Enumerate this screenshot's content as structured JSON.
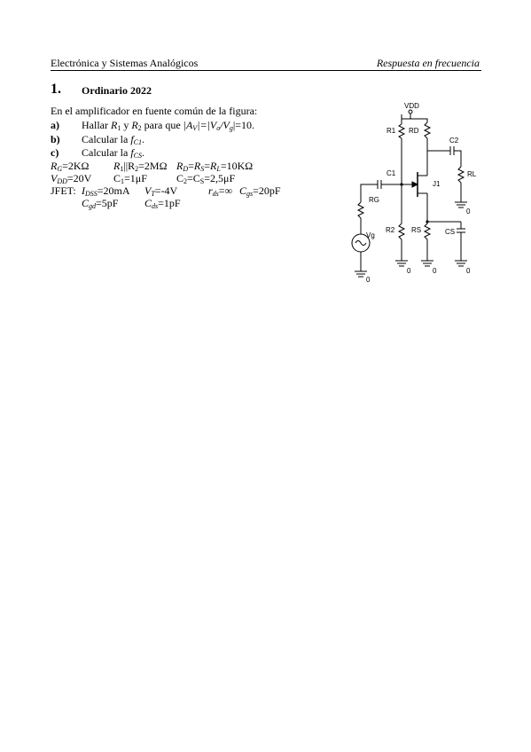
{
  "header": {
    "left": "Electrónica y Sistemas Analógicos",
    "right": "Respuesta en frecuencia"
  },
  "problem": {
    "number": "1.",
    "title": "Ordinario 2022",
    "intro": "En el amplificador en fuente común de la figura:",
    "items": [
      {
        "letter": "a)",
        "text_before": "Hallar ",
        "text_r1": "R",
        "sub_r1": "1",
        "text_mid": " y ",
        "text_r2": "R",
        "sub_r2": "2",
        "text_para": " para que ",
        "expr": "|A",
        "expr_sub": "V",
        "expr_2": "|=|V",
        "expr_sub2": "o",
        "expr_3": "/V",
        "expr_sub3": "g",
        "expr_4": "|=10."
      },
      {
        "letter": "b)",
        "text": "Calcular la ",
        "f": "f",
        "f_sub": "C1",
        "end": "."
      },
      {
        "letter": "c)",
        "text": "Calcular la ",
        "f": "f",
        "f_sub": "CS",
        "end": "."
      }
    ],
    "params": {
      "rg": "=2KΩ",
      "r1r2": "||R",
      "r1r2_val": "=2MΩ",
      "rd_rs_rl": "=10KΩ",
      "vdd": "=20V",
      "c1": "=1μF",
      "c2cs": "=2,5μF"
    },
    "jfet": {
      "label": "JFET:",
      "idss": "=20mA",
      "vt": "=-4V",
      "rds": "=∞",
      "cgs": "=20pF",
      "cgd": "=5pF",
      "cds": "=1pF"
    }
  },
  "circuit": {
    "labels": {
      "vdd": "VDD",
      "r1": "R1",
      "rd": "RD",
      "c2": "C2",
      "rl": "RL",
      "c1": "C1",
      "rg": "RG",
      "j1": "J1",
      "vg": "Vg",
      "r2": "R2",
      "rs": "RS",
      "cs": "CS",
      "gnd_rl": "0",
      "gnd_r2": "0",
      "gnd_rs": "0",
      "gnd_cs": "0",
      "gnd_vg": "0"
    }
  }
}
